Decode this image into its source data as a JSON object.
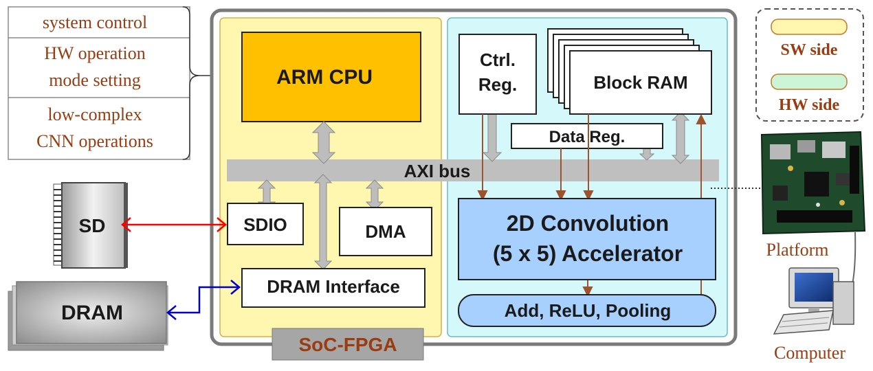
{
  "sw_tasks": [
    "system control",
    "HW operation",
    "mode setting",
    "low-complex",
    "CNN operations"
  ],
  "arm_cpu": "ARM CPU",
  "axi_bus": "AXI bus",
  "sdio": "SDIO",
  "dma": "DMA",
  "dram_interface": "DRAM Interface",
  "soc_fpga": "SoC-FPGA",
  "ctrl_reg": [
    "Ctrl.",
    "Reg."
  ],
  "block_ram": "Block RAM",
  "data_reg": "Data Reg.",
  "conv": [
    "2D Convolution",
    "(5 x 5) Accelerator"
  ],
  "post_ops": "Add, ReLU, Pooling",
  "sd": "SD",
  "dram": "DRAM",
  "legend": {
    "sw": "SW side",
    "hw": "HW side"
  },
  "platform": "Platform",
  "computer": "Computer",
  "colors": {
    "sw_side": "#fff6b0",
    "hw_side": "#d6fff0",
    "arm_cpu": "#ffc000",
    "accelerator": "#a8d0ff",
    "arrow_brown": "#a0522d",
    "arrow_red": "#ff0000",
    "arrow_blue": "#0000cc",
    "text_brown": "#9a3c12"
  }
}
